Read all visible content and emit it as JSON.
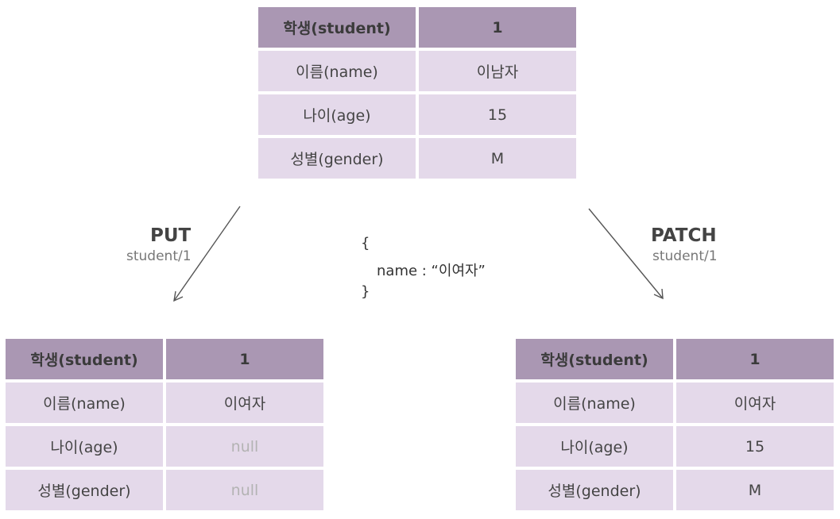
{
  "top_table": {
    "header": [
      "학생(student)",
      "1"
    ],
    "rows": [
      [
        "이름(name)",
        "이남자"
      ],
      [
        "나이(age)",
        "15"
      ],
      [
        "성별(gender)",
        "M"
      ]
    ]
  },
  "put": {
    "method": "PUT",
    "path": "student/1",
    "table": {
      "header": [
        "학생(student)",
        "1"
      ],
      "rows": [
        [
          "이름(name)",
          "이여자"
        ],
        [
          "나이(age)",
          "null"
        ],
        [
          "성별(gender)",
          "null"
        ]
      ]
    }
  },
  "patch": {
    "method": "PATCH",
    "path": "student/1",
    "table": {
      "header": [
        "학생(student)",
        "1"
      ],
      "rows": [
        [
          "이름(name)",
          "이여자"
        ],
        [
          "나이(age)",
          "15"
        ],
        [
          "성별(gender)",
          "M"
        ]
      ]
    }
  },
  "request_body": {
    "open": "{",
    "field": "name : “이여자”",
    "close": "}"
  },
  "colors": {
    "header_bg": "#aa97b3",
    "cell_bg": "#e4d9ea",
    "null_text": "#b3b3b3"
  }
}
